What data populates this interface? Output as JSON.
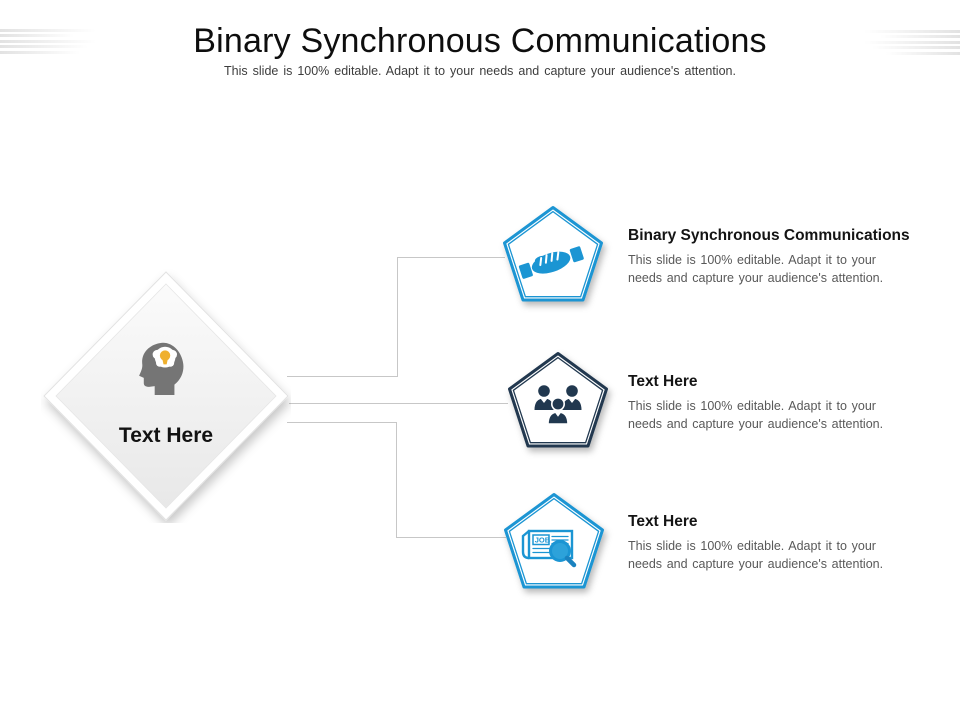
{
  "slide": {
    "title": "Binary Synchronous Communications",
    "subtitle": "This slide is 100% editable. Adapt it to your needs and capture your audience's attention."
  },
  "diamond": {
    "label": "Text Here",
    "icon": "head-idea-icon"
  },
  "items": [
    {
      "heading": "Binary Synchronous Communications",
      "body": "This slide is 100% editable. Adapt it to your needs and capture your audience's attention.",
      "icon": "handshake-icon",
      "accent": "#1b95d3"
    },
    {
      "heading": "Text Here",
      "body": "This slide is 100% editable. Adapt it to your needs and capture your audience's attention.",
      "icon": "team-icon",
      "accent": "#21384f"
    },
    {
      "heading": "Text Here",
      "body": "This slide is 100% editable. Adapt it to your needs and capture your audience's attention.",
      "icon": "job-search-icon",
      "accent": "#1b95d3"
    }
  ],
  "colors": {
    "accent_blue": "#1b95d3",
    "accent_navy": "#21384f",
    "icon_gray": "#757575",
    "bulb_yellow": "#efb02e",
    "lens_blue": "#2da2da",
    "ring_blue": "#1b82bf",
    "body_text": "#595959",
    "connector": "#c7c7c7"
  }
}
